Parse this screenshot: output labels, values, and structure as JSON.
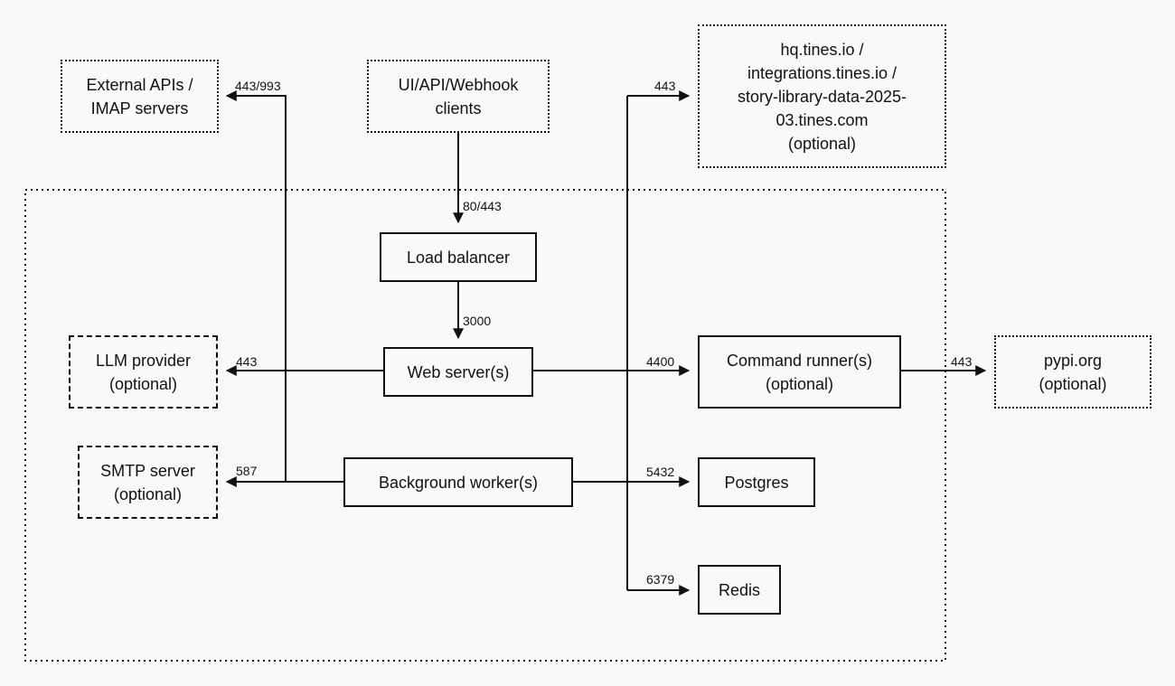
{
  "nodes": {
    "external_apis": {
      "lines": [
        "External APIs /",
        "IMAP servers"
      ]
    },
    "clients": {
      "lines": [
        "UI/API/Webhook",
        "clients"
      ]
    },
    "tines_hosts": {
      "lines": [
        "hq.tines.io /",
        "integrations.tines.io /",
        "story-library-data-2025-",
        "03.tines.com",
        "(optional)"
      ]
    },
    "load_balancer": {
      "lines": [
        "Load balancer"
      ]
    },
    "llm_provider": {
      "lines": [
        "LLM provider",
        "(optional)"
      ]
    },
    "web_servers": {
      "lines": [
        "Web server(s)"
      ]
    },
    "command_runners": {
      "lines": [
        "Command runner(s)",
        "(optional)"
      ]
    },
    "pypi": {
      "lines": [
        "pypi.org",
        "(optional)"
      ]
    },
    "smtp_server": {
      "lines": [
        "SMTP server",
        "(optional)"
      ]
    },
    "background_workers": {
      "lines": [
        "Background worker(s)"
      ]
    },
    "postgres": {
      "lines": [
        "Postgres"
      ]
    },
    "redis": {
      "lines": [
        "Redis"
      ]
    }
  },
  "ports": {
    "external_apis": "443/993",
    "load_balancer_in": "80/443",
    "web_server_in": "3000",
    "tines_hosts": "443",
    "llm_provider": "443",
    "command_runners": "4400",
    "pypi": "443",
    "smtp_server": "587",
    "postgres": "5432",
    "redis": "6379"
  }
}
